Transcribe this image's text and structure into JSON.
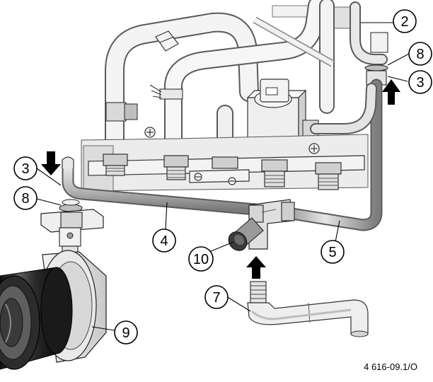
{
  "figure_id": "4 616-09.1/O",
  "callouts": [
    {
      "key": "c2",
      "label": "2"
    },
    {
      "key": "c8a",
      "label": "8"
    },
    {
      "key": "c3a",
      "label": "3"
    },
    {
      "key": "c3b",
      "label": "3"
    },
    {
      "key": "c8b",
      "label": "8"
    },
    {
      "key": "c4",
      "label": "4"
    },
    {
      "key": "c10",
      "label": "10"
    },
    {
      "key": "c5",
      "label": "5"
    },
    {
      "key": "c7",
      "label": "7"
    },
    {
      "key": "c9",
      "label": "9"
    }
  ],
  "colors": {
    "line": "#000000",
    "pipe_fill": "#d4d4d4",
    "pipe_shadow": "#9a9a9a",
    "metal_dark": "#2a2a2a",
    "background": "#ffffff"
  }
}
